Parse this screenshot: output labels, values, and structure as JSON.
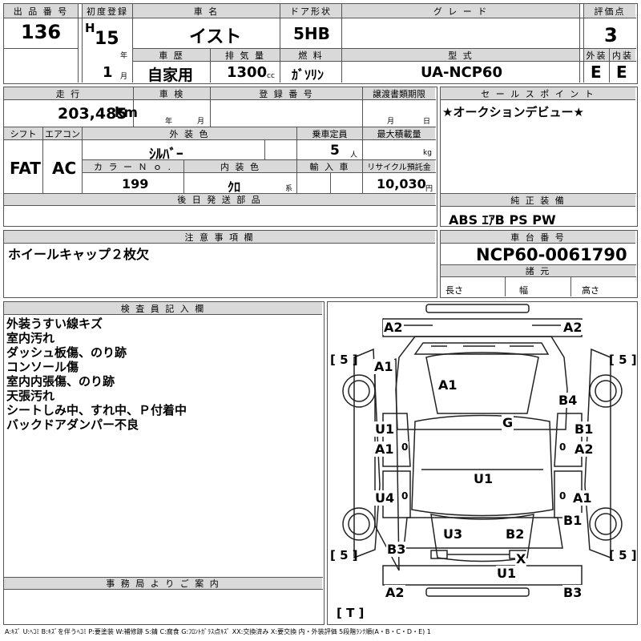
{
  "top": {
    "h_lot": "出 品 番 号",
    "lot": "136",
    "h_first_reg": "初度登録",
    "era": "H",
    "year": "15",
    "year_unit": "年",
    "month": "1",
    "month_unit": "月",
    "h_car_name": "車 名",
    "car_name": "イスト",
    "h_door": "ドア形状",
    "door": "5HB",
    "h_grade": "グ レ ー ド",
    "grade": "",
    "h_score": "評価点",
    "score": "3",
    "h_history": "車 歴",
    "history": "自家用",
    "h_displacement": "排 気 量",
    "displacement": "1300",
    "displacement_unit": "cc",
    "h_fuel": "燃 料",
    "fuel": "ｶﾞｿﾘﾝ",
    "h_model": "型 式",
    "model": "UA-NCP60",
    "h_exterior": "外装",
    "exterior": "E",
    "h_interior": "内装",
    "interior": "E"
  },
  "row2": {
    "h_mileage": "走 行",
    "mileage": "203,485",
    "mileage_unit": "km",
    "h_inspection": "車 検",
    "insp_year": "年",
    "insp_month": "月",
    "h_reg_no": "登 録 番 号",
    "reg_no": "",
    "h_transfer": "譲渡書類期限",
    "transfer_month": "月",
    "transfer_day": "日",
    "h_shift": "シフト",
    "shift": "FAT",
    "h_ac": "エアコン",
    "ac": "AC",
    "h_ext_color": "外 装 色",
    "ext_color": "ｼﾙﾊﾞｰ",
    "h_capacity": "乗車定員",
    "capacity": "5",
    "capacity_unit": "人",
    "h_max_load": "最大積載量",
    "max_load_unit": "kg",
    "h_color_no": "カ ラ ー Ｎ ｏ .",
    "color_no": "199",
    "h_int_color": "内 装 色",
    "int_color": "ｸﾛ",
    "int_color_unit": "系",
    "h_import": "輸 入 車",
    "h_recycle": "リサイクル預託金",
    "recycle": "10,030",
    "recycle_unit": "円",
    "h_later_parts": "後 日 発 送 部 品"
  },
  "sales": {
    "h_sales_point": "セ ー ル ス ポ イ ン ト",
    "sales_point": "★オークションデビュー★",
    "h_equipment": "純 正 装 備",
    "equipment": "ABS ｴｱB PS PW"
  },
  "notes": {
    "h_notes": "注 意 事 項 欄",
    "notes": "ホイールキャップ２枚欠"
  },
  "chassis": {
    "h_chassis": "車 台 番 号",
    "chassis": "NCP60-0061790",
    "h_specs": "諸 元",
    "length": "長さ",
    "width": "幅",
    "height": "高さ"
  },
  "inspector": {
    "h_inspector": "検 査 員 記 入 欄",
    "lines": [
      "外装うすい線キズ",
      "室内汚れ",
      "ダッシュ板傷、のり跡",
      "コンソール傷",
      "室内内張傷、のり跡",
      "天張汚れ",
      "シートしみ中、すれ中、Ｐ付着中",
      "バックドアダンパー不良"
    ]
  },
  "office": {
    "h_office": "事 務 局 よ り ご 案 内"
  },
  "diagram": {
    "marks": {
      "a2_front_l": "A2",
      "a2_front_r": "A2",
      "a1_fender_l": "A1",
      "a1_hood": "A1",
      "b4_fender_r": "B4",
      "u1_door_l": "U1",
      "a1_door_l": "A1",
      "g_roof": "G",
      "b1_door_r": "B1",
      "a2_door_r": "A2",
      "u1_roof": "U1",
      "u4_door_l": "U4",
      "a1_door_r": "A1",
      "b1_quarter_r": "B1",
      "u3_rear_l": "U3",
      "b2_rear_r": "B2",
      "b3_quarter_l": "B3",
      "x_rear": "X",
      "u1_bumper_r": "U1",
      "a2_rear_l": "A2",
      "b3_rear_r": "B3",
      "zero1": "0",
      "zero2": "0",
      "zero3": "0",
      "zero4": "0"
    },
    "tires": [
      "[ 5 ]",
      "[ 5 ]",
      "[ 5 ]",
      "[ 5 ]"
    ],
    "spare": "[ T ]"
  },
  "legend": "A:ｷｽﾞ  U:ﾍｺﾐ  B:ｷｽﾞを伴うﾍｺﾐ  P:要塗装  W:補修跡  S:錆  C:腐食  G:ﾌﾛﾝﾄｶﾞﾗｽ点ｷｽﾞ  XX:交換済み  X:要交換   内・外装評価  5段階ﾗﾝｸ順(A・B・C・D・E) 1"
}
